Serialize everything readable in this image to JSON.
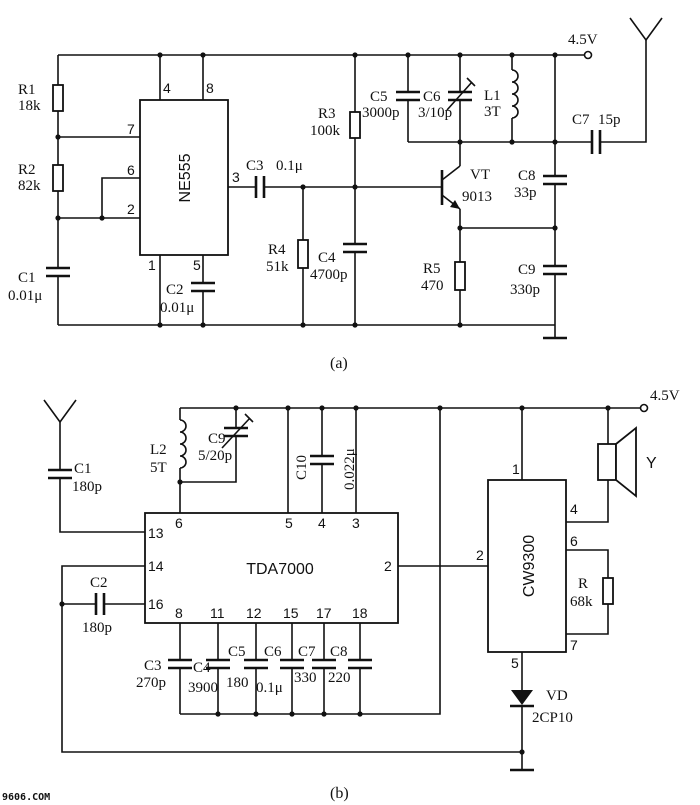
{
  "diagram_a": {
    "caption": "(a)",
    "supply": "4.5V",
    "ic": {
      "name": "NE555",
      "pins": {
        "p4": "4",
        "p8": "8",
        "p7": "7",
        "p6": "6",
        "p2": "2",
        "p3": "3",
        "p1": "1",
        "p5": "5"
      }
    },
    "R1": {
      "name": "R1",
      "value": "18k"
    },
    "R2": {
      "name": "R2",
      "value": "82k"
    },
    "C1": {
      "name": "C1",
      "value": "0.01μ"
    },
    "C2": {
      "name": "C2",
      "value": "0.01μ"
    },
    "C3": {
      "name": "C3",
      "value": "0.1μ"
    },
    "R4": {
      "name": "R4",
      "value": "51k"
    },
    "R3": {
      "name": "R3",
      "value": "100k"
    },
    "C4": {
      "name": "C4",
      "value": "4700p"
    },
    "C5": {
      "name": "C5",
      "value": "3000p"
    },
    "C6": {
      "name": "C6",
      "value": "3/10p"
    },
    "L1": {
      "name": "L1",
      "value": "3T"
    },
    "C7": {
      "name": "C7",
      "value": "15p"
    },
    "VT": {
      "name": "VT",
      "value": "9013"
    },
    "C8": {
      "name": "C8",
      "value": "33p"
    },
    "R5": {
      "name": "R5",
      "value": "470"
    },
    "C9": {
      "name": "C9",
      "value": "330p"
    }
  },
  "diagram_b": {
    "caption": "(b)",
    "supply": "4.5V",
    "ic1": {
      "name": "TDA7000",
      "pins": {
        "p6": "6",
        "p5": "5",
        "p4": "4",
        "p3": "3",
        "p13": "13",
        "p14": "14",
        "p16": "16",
        "p2": "2",
        "p8": "8",
        "p11": "11",
        "p12": "12",
        "p15": "15",
        "p17": "17",
        "p18": "18"
      }
    },
    "ic2": {
      "name": "CW9300",
      "pins": {
        "p1": "1",
        "p2": "2",
        "p4": "4",
        "p6": "6",
        "p7": "7",
        "p5": "5"
      }
    },
    "C1": {
      "name": "C1",
      "value": "180p"
    },
    "C2": {
      "name": "C2",
      "value": "180p"
    },
    "L2": {
      "name": "L2",
      "value": "5T"
    },
    "C9": {
      "name": "C9",
      "value": "5/20p"
    },
    "C10": {
      "name": "C10",
      "value": "0.022μ"
    },
    "C3": {
      "name": "C3",
      "value": "270p"
    },
    "C4": {
      "name": "C4",
      "value": "3900"
    },
    "C5": {
      "name": "C5",
      "value": "180"
    },
    "C6": {
      "name": "C6",
      "value": "0.1μ"
    },
    "C7": {
      "name": "C7",
      "value": "330"
    },
    "C8": {
      "name": "C8",
      "value": "220"
    },
    "R": {
      "name": "R",
      "value": "68k"
    },
    "Y": {
      "name": "Y"
    },
    "VD": {
      "name": "VD",
      "value": "2CP10"
    }
  },
  "watermark": "9606.COM"
}
